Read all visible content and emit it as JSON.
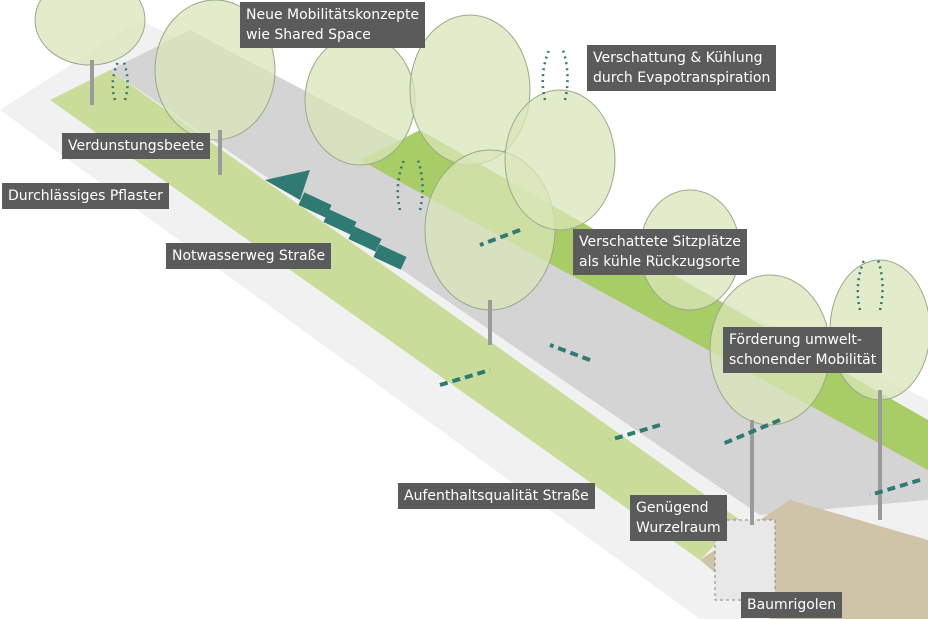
{
  "labels": {
    "shared_space": [
      "Neue Mobilitätskonzepte",
      "wie Shared Space"
    ],
    "shading": [
      "Verschattung & Kühlung",
      "durch Evapotranspiration"
    ],
    "evaporation_beds": [
      "Verdunstungsbeete"
    ],
    "permeable_paving": [
      "Durchlässiges Pflaster"
    ],
    "emergency_waterway": [
      "Notwasserweg Straße"
    ],
    "shaded_seating": [
      "Verschattete Sitzplätze",
      "als kühle Rückzugsorte"
    ],
    "mobility": [
      "Förderung umwelt-",
      "schonender Mobilität"
    ],
    "street_quality": [
      "Aufenthaltsqualität Straße"
    ],
    "root_space": [
      "Genügend",
      "Wurzelraum"
    ],
    "tree_trenches": [
      "Baumrigolen"
    ]
  },
  "colors": {
    "label_bg": "#5b5b5b",
    "foliage": "#d9e6b8",
    "planting": "#9cc45a",
    "road": "#d4d4d4",
    "arrow": "#2f7a73"
  }
}
